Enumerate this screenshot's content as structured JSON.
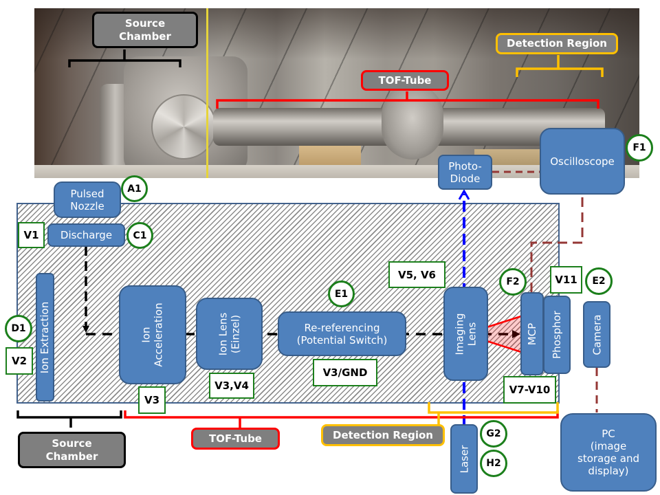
{
  "photo": {
    "labels": {
      "source_chamber": "Source\nChamber",
      "tof_tube": "TOF-Tube",
      "detection_region": "Detection Region"
    }
  },
  "components": {
    "pulsed_nozzle": "Pulsed\nNozzle",
    "discharge": "Discharge",
    "ion_extraction": "Ion Extraction",
    "ion_acceleration": "Ion\nAcceleration",
    "ion_lens": "Ion Lens\n(Einzel)",
    "re_referencing": "Re-referencing\n(Potential Switch)",
    "imaging_lens": "Imaging\nLens",
    "mcp": "MCP",
    "phosphor": "Phosphor",
    "camera": "Camera",
    "photo_diode": "Photo-\nDiode",
    "oscilloscope": "Oscilloscope",
    "laser": "Laser",
    "pc": "PC\n(image\nstorage and\ndisplay)"
  },
  "voltages": {
    "v1": "V1",
    "v2": "V2",
    "v3": "V3",
    "v3_v4": "V3,V4",
    "v3_gnd": "V3/GND",
    "v5_v6": "V5, V6",
    "v7_v10": "V7-V10",
    "v11": "V11"
  },
  "tags": {
    "a1": "A1",
    "c1": "C1",
    "d1": "D1",
    "e1": "E1",
    "e2": "E2",
    "f1": "F1",
    "f2": "F2",
    "g2": "G2",
    "h2": "H2"
  },
  "region_labels": {
    "source_chamber": "Source\nChamber",
    "tof_tube": "TOF-Tube",
    "detection_region": "Detection Region"
  },
  "colors": {
    "component_fill": "#4f81bd",
    "component_border": "#385d8a",
    "tag_green": "#1b7f1b",
    "tof_red": "#ff0000",
    "detection_orange": "#ffc000",
    "laser_blue": "#0000ff",
    "signal_brown": "#953735",
    "label_gray": "#7f7f7f"
  }
}
